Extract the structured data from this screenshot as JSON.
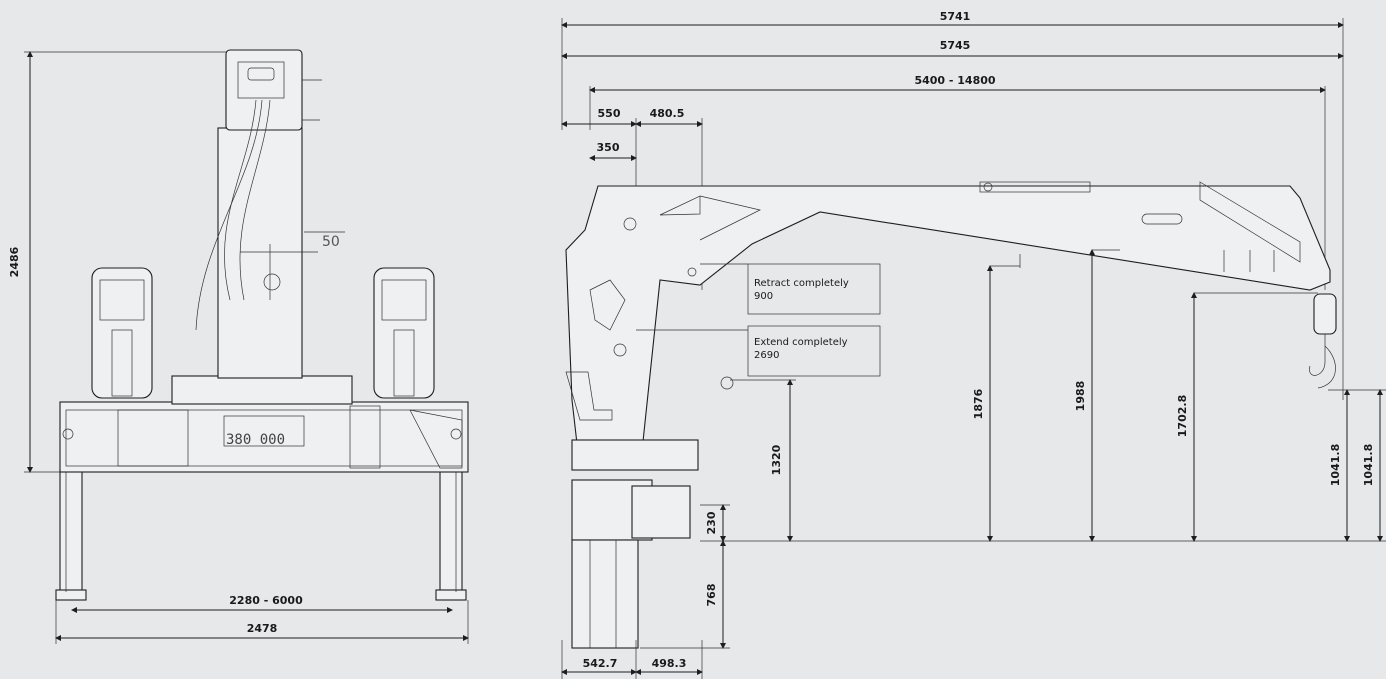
{
  "colors": {
    "background": "#e6e8ea",
    "line": "#1e1e1e"
  },
  "front_view": {
    "height": "2486",
    "outrigger_span": "2280 - 6000",
    "base_width": "2478",
    "offset": "50",
    "serial": "380 000"
  },
  "side_view": {
    "overall_top": "5741",
    "overall_second": "5745",
    "reach": "5400 - 14800",
    "seg_550": "550",
    "seg_480": "480.5",
    "seg_350": "350",
    "h_1320": "1320",
    "h_1876": "1876",
    "h_1988": "1988",
    "h_1702": "1702.8",
    "h_1041a": "1041.8",
    "h_1041b": "1041.8",
    "h_230": "230",
    "h_768": "768",
    "w_542": "542.7",
    "w_498": "498.3",
    "annotations": [
      {
        "line1": "Retract completely",
        "line2": "900"
      },
      {
        "line1": "Extend completely",
        "line2": "2690"
      }
    ]
  }
}
